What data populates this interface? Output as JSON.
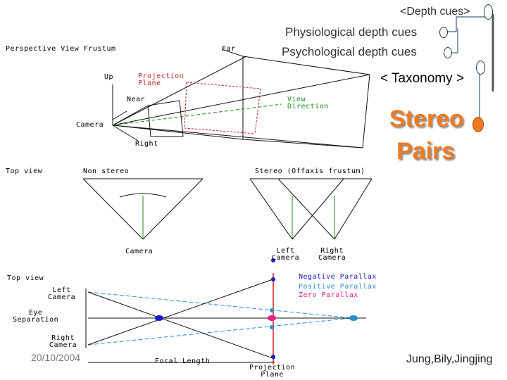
{
  "nav": {
    "depth_cues": "<Depth cues>",
    "physiological": "Physiological depth cues",
    "psychological": "Psychological depth  cues",
    "taxonomy": "< Taxonomy >"
  },
  "title": {
    "line1": "Stereo",
    "line2": "Pairs"
  },
  "frustum": {
    "heading": "Perspective View Frustum",
    "far": "Far",
    "up": "Up",
    "projection_plane_1": "Projection",
    "projection_plane_2": "Plane",
    "near": "Near",
    "view_direction_1": "View",
    "view_direction_2": "Direction",
    "camera": "Camera",
    "right": "Right"
  },
  "top_views": {
    "heading": "Top view",
    "non_stereo": "Non stereo",
    "camera": "Camera",
    "stereo_heading": "Stereo (Offaxis frustum)",
    "left_camera_1": "Left",
    "left_camera_2": "Camera",
    "right_camera_1": "Right",
    "right_camera_2": "Camera"
  },
  "parallax": {
    "heading": "Top view",
    "left_camera_1": "Left",
    "left_camera_2": "Camera",
    "eye_separation_1": "Eye",
    "eye_separation_2": "Separation",
    "right_camera_1": "Right",
    "right_camera_2": "Camera",
    "focal_length": "Focal Length",
    "projection_plane_1": "Projection",
    "projection_plane_2": "Plane",
    "negative_parallax": "Negative Parallax",
    "positive_parallax": "Positive Parallax",
    "zero_parallax": "Zero Parallax"
  },
  "footer": {
    "date": "20/10/2004",
    "authors": "Jung,Bily,Jingjing"
  },
  "colors": {
    "accent": "#f07a22",
    "negative": "#1a1acc",
    "positive": "#2a8fd0",
    "zero": "#e8208a",
    "projection": "#cc2222",
    "view": "#1a8a1a"
  }
}
